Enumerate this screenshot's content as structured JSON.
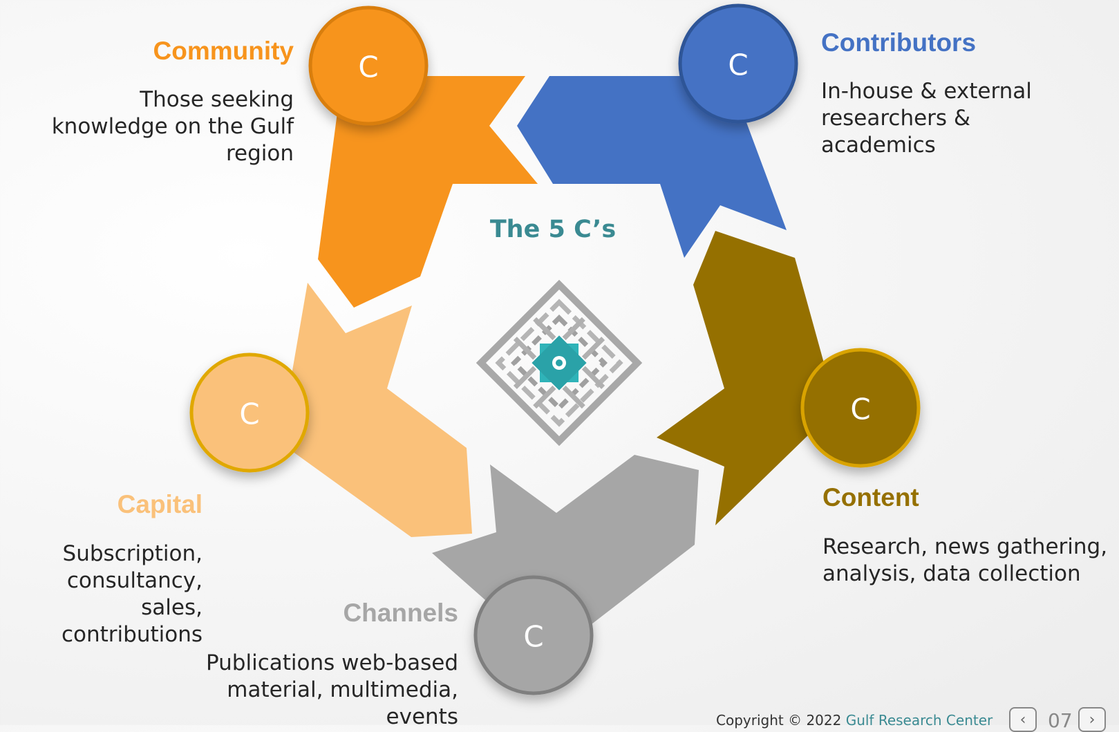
{
  "center": {
    "title": "The 5 C’s"
  },
  "letter": "C",
  "segments": {
    "community": {
      "title": "Community",
      "desc_lines": [
        "Those seeking",
        "knowledge on the Gulf",
        "region"
      ],
      "color": "#F7941D",
      "border": "#D97E10"
    },
    "contributors": {
      "title": "Contributors",
      "desc_lines": [
        "In-house & external",
        "researchers &",
        "academics"
      ],
      "color": "#4472C4",
      "border": "#2F5597"
    },
    "content": {
      "title": "Content",
      "desc_lines": [
        "Research, news gathering,",
        "analysis, data collection"
      ],
      "color": "#957000",
      "border": "#D9A300"
    },
    "channels": {
      "title": "Channels",
      "desc_lines": [
        "Publications web-based",
        "material, multimedia,",
        "events"
      ],
      "color": "#A6A6A6",
      "border": "#7F7F7F"
    },
    "capital": {
      "title": "Capital",
      "desc_lines": [
        "Subscription,",
        "consultancy, sales,",
        "contributions"
      ],
      "color": "#FAC17A",
      "border": "#E0A800"
    }
  },
  "footer": {
    "copyright": "Copyright © 2022",
    "brand": "Gulf Research Center",
    "page": "07"
  }
}
